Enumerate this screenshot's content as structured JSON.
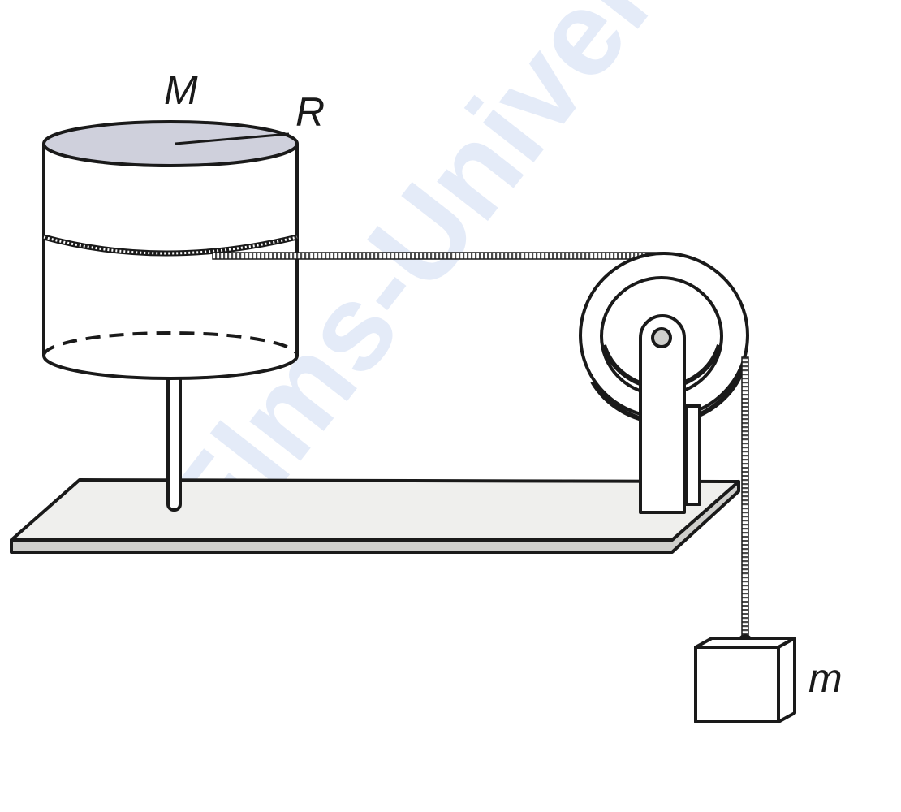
{
  "labels": {
    "mass_big": "M",
    "radius": "R",
    "mass_small": "m"
  },
  "watermark": {
    "text": "Elms-Universität"
  },
  "colors": {
    "line": "#1a1a1a",
    "board_top": "#efefed",
    "board_edge": "#cfcfcc",
    "cylinder_top": "#cfd0dc",
    "watermark": "#3b6fd0"
  }
}
